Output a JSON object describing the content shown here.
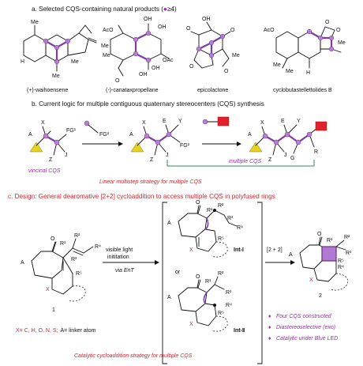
{
  "section_a": {
    "caption_pre": "a. Selected CQS-containing natural products (",
    "caption_post": "≥4)",
    "products": [
      {
        "name": "(+)-waihoensene"
      },
      {
        "name": "(-)-canataxpropellane"
      },
      {
        "name": "epicolactone"
      },
      {
        "name": "cyclobutastellettolides B"
      }
    ],
    "atoms": {
      "me": "Me",
      "h": "H",
      "aco": "AcO",
      "oh": "OH",
      "oac": "OAc",
      "o": "O"
    }
  },
  "section_b": {
    "caption": "b. Current logic for multiple contiguous quaternary stereocenters (CQS) synthesis",
    "vincinal_label": "vincinal CQS",
    "multiple_label": "multiple CQS",
    "strategy_label": "Linear multistep strategy for multiple CQS",
    "fg1": "FG¹",
    "fg2": "FG²",
    "subs": {
      "A": "A",
      "X": "X",
      "Z": "Z",
      "J": "J",
      "E": "E",
      "Y": "Y",
      "G": "G",
      "R": "R"
    }
  },
  "section_c": {
    "caption": "c. Design: General dearomative [2+2] cycloaddition to access multiple CQS in polyfused rings",
    "conditions_line1": "visible light",
    "conditions_line2": "inititation",
    "conditions_line3": "via EnT",
    "or_label": "or",
    "int1_label": "Int-Ⅰ",
    "int2_label": "Int-Ⅱ",
    "cyclo_label": "[2 + 2]",
    "compound1": "1",
    "compound2": "2",
    "legend_red": "X= C, H, O, N, S;",
    "legend_black": "A= linker atom",
    "bullets": [
      "Four CQS constructed",
      "Diastereoselective (exo)",
      "Catalytic under Blue LED"
    ],
    "footer": "Catalytic cycloaddition strategy for multiple CQS",
    "atoms": {
      "A": "A",
      "O": "O",
      "X": "X",
      "R1": "R¹",
      "R2": "R²",
      "R3": "R³",
      "R4": "R⁴",
      "R5": "R⁵"
    }
  },
  "colors": {
    "accent_red": "#d8262f",
    "accent_purple": "#9b2fa4",
    "ball_purple": "#b57fd6",
    "bar_green": "#2f8f55",
    "triangle_yellow": "#e8d21a",
    "rect_red": "#e0202a"
  }
}
